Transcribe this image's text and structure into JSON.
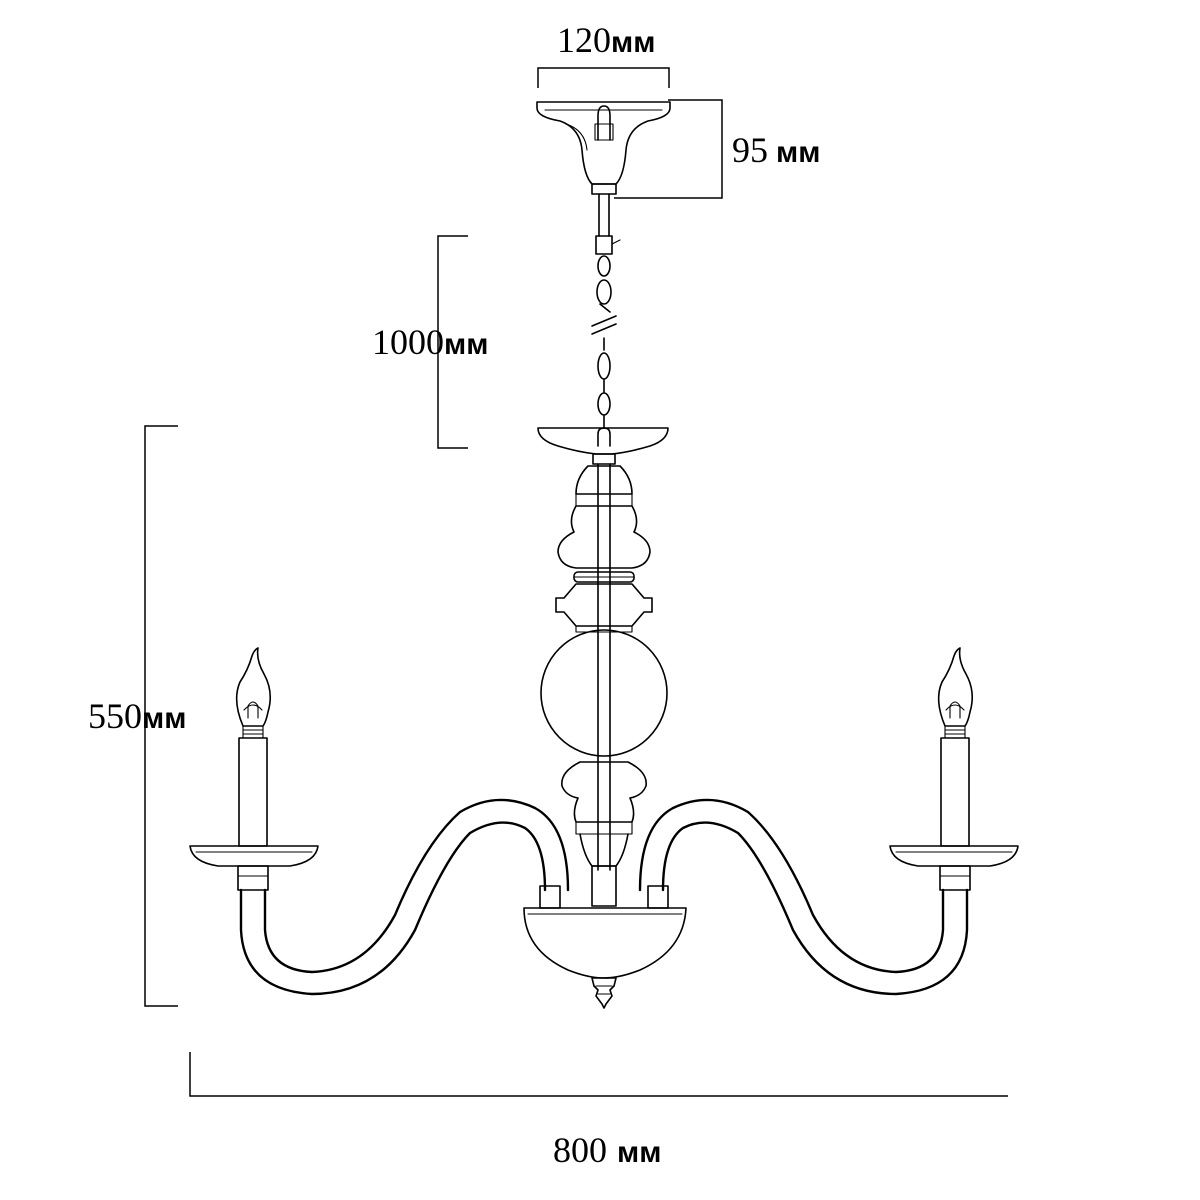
{
  "dimensions": {
    "canopy_width": {
      "value": "120",
      "unit": "мм"
    },
    "canopy_height": {
      "value": "95",
      "unit": "мм"
    },
    "chain_length": {
      "value": "1000",
      "unit": "мм"
    },
    "body_height": {
      "value": "550",
      "unit": "мм"
    },
    "total_width": {
      "value": "800",
      "unit": "мм"
    }
  }
}
